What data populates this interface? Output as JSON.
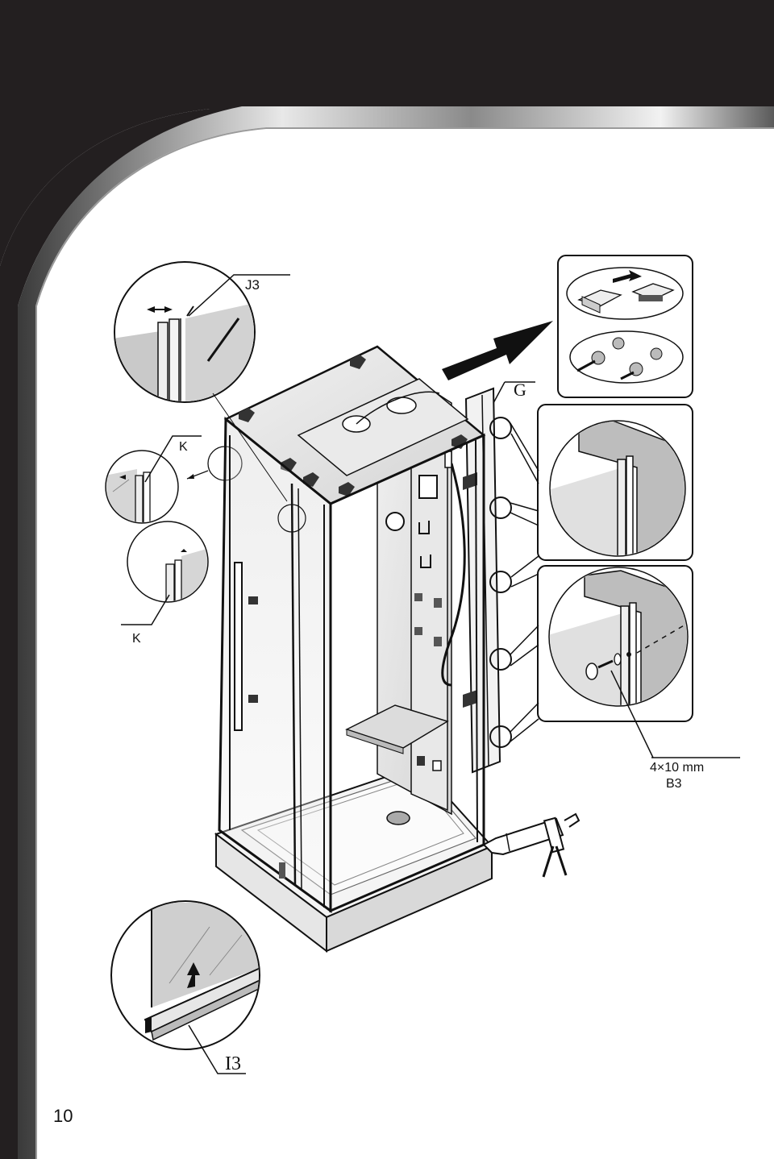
{
  "labels": {
    "j3": "J3",
    "k_top": "K",
    "k_bottom": "K",
    "g": "G",
    "screw_size": "4×10 mm",
    "screw_code": "B3",
    "i3": "I3"
  },
  "page_number": "10",
  "colors": {
    "header": "#231f20",
    "line": "#1a1a1a",
    "glass": "#d9d9d9"
  }
}
